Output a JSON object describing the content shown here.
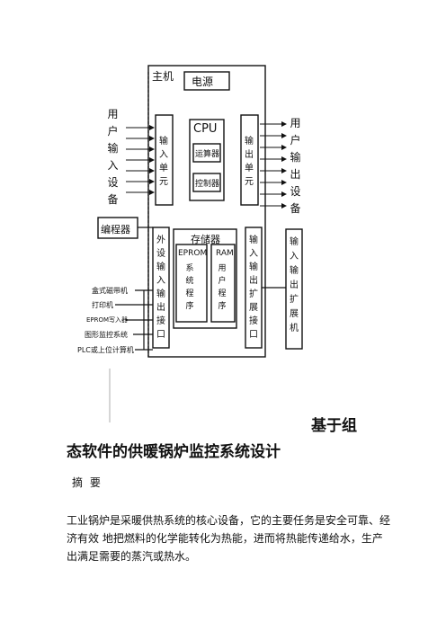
{
  "diagram": {
    "host": "主机",
    "power": "电源",
    "cpu": "CPU",
    "alu": "运算器",
    "controller": "控制器",
    "user_input_devices": "用户输入设备",
    "input_unit": "输入单元",
    "output_unit": "输出单元",
    "user_output_devices": "用户输出设备",
    "programmer": "编程器",
    "external_io_interface": "外设输入输出接口",
    "memory": "存储器",
    "eprom": "EPROM",
    "system_program": "系统程序",
    "ram": "RAM",
    "user_program": "用户程序",
    "io_expansion_interface": "输入输出扩展接口",
    "io_expansion_unit": "输入输出扩展机",
    "peripherals": [
      "盒式磁带机",
      "打印机",
      "EPROM写入器",
      "图形监控系统",
      "PLC或上位计算机"
    ]
  },
  "document": {
    "title_part1": "基于组",
    "title_part2": "态软件的供暖锅炉监控系统设计",
    "abstract_heading": "摘  要",
    "abstract_text": "工业锅炉是采暖供热系统的核心设备，它的主要任务是安全可靠、经济有效  地把燃料的化学能转化为热能，进而将热能传递给水，生产出满足需要的蒸汽或热水。"
  }
}
